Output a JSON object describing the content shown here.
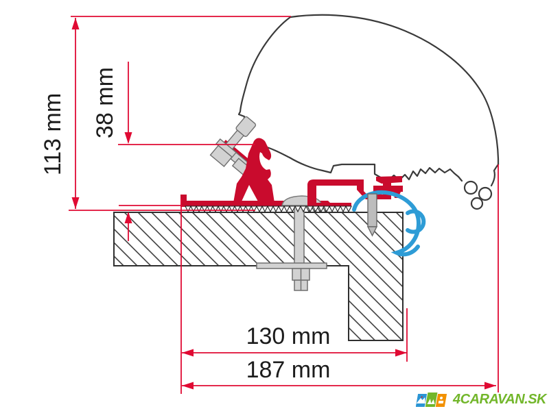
{
  "diagram": {
    "type": "technical-drawing",
    "subject": "awning-roof-adapter-bracket-cross-section",
    "labels": {
      "height_total": "113 mm",
      "height_offset": "38 mm",
      "width_inner": "130 mm",
      "width_outer": "187 mm"
    },
    "colors": {
      "dimension_red": "#e00a33",
      "bracket_red": "#c90b2d",
      "rail_blue": "#2e9cd6",
      "metal_gray": "#d2d2d2",
      "metal_stroke": "#6f6f6f",
      "outline_dark": "#3a3a3a",
      "hatch_dark": "#2f2f2f",
      "logo_green": "#72b62a",
      "logo_blue": "#2b95d4",
      "logo_orange": "#f29100"
    },
    "watermark": {
      "text": "4CARAVAN.SK"
    }
  }
}
